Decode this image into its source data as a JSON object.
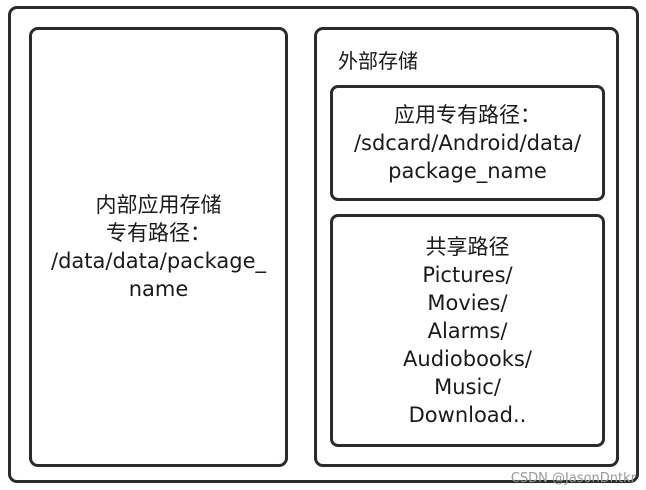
{
  "internal_storage": {
    "lines": [
      "内部应用存储",
      "专有路径：",
      "/data/data/package_",
      "name"
    ]
  },
  "external_storage": {
    "title": "外部存储",
    "app_specific": {
      "lines": [
        "应用专有路径：",
        "/sdcard/Android/data/",
        "package_name"
      ]
    },
    "shared": {
      "lines": [
        "共享路径",
        "Pictures/",
        "Movies/",
        "Alarms/",
        "Audiobooks/",
        "Music/",
        "Download.."
      ]
    }
  },
  "watermark": "CSDN @JasonDntkr"
}
